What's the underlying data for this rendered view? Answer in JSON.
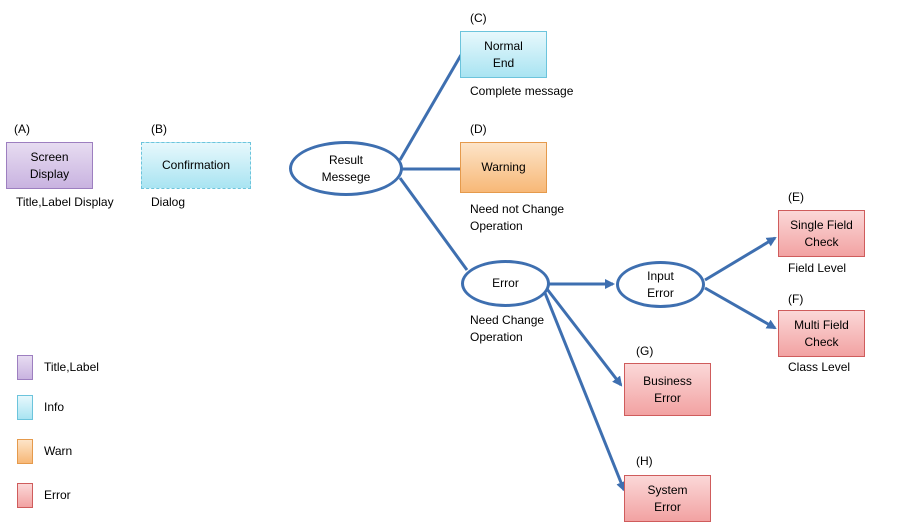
{
  "nodes": {
    "A": {
      "tag": "(A)",
      "label": "Screen\nDisplay",
      "caption": "Title,Label Display"
    },
    "B": {
      "tag": "(B)",
      "label": "Confirmation",
      "caption": "Dialog"
    },
    "C": {
      "tag": "(C)",
      "label": "Normal\nEnd",
      "caption": "Complete message"
    },
    "D": {
      "tag": "(D)",
      "label": "Warning",
      "caption": "Need not Change\nOperation"
    },
    "E": {
      "tag": "(E)",
      "label": "Single Field\nCheck",
      "caption": "Field Level"
    },
    "F": {
      "tag": "(F)",
      "label": "Multi Field\nCheck",
      "caption": "Class Level"
    },
    "G": {
      "tag": "(G)",
      "label": "Business\nError"
    },
    "H": {
      "tag": "(H)",
      "label": "System\nError"
    }
  },
  "ovals": {
    "result": "Result\nMessege",
    "error": "Error",
    "error_caption": "Need Change\nOperation",
    "input_error": "Input\nError"
  },
  "legend": [
    {
      "label": "Title,Label",
      "color": "purple"
    },
    {
      "label": "Info",
      "color": "cyan"
    },
    {
      "label": "Warn",
      "color": "orange"
    },
    {
      "label": "Error",
      "color": "red"
    }
  ],
  "colors": {
    "connector": "#3e6fb0",
    "purple": "#c9b3e0",
    "cyan": "#a9e4f2",
    "orange": "#f7b877",
    "red": "#f2a2a2"
  }
}
